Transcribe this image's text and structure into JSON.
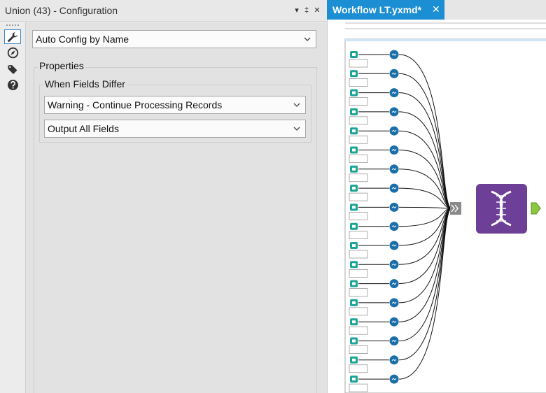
{
  "config_panel": {
    "title": "Union (43) - Configuration",
    "pin_glyph": "▾",
    "pin_glyph2": "‡",
    "close_glyph": "✕",
    "rail_icons": [
      "wrench-icon",
      "compass-icon",
      "tag-icon",
      "help-icon"
    ],
    "mode_select": {
      "value": "Auto Config by Name"
    },
    "properties_label": "Properties",
    "fields_differ_label": "When Fields Differ",
    "fields_differ_select": {
      "value": "Warning - Continue Processing Records"
    },
    "output_select": {
      "value": "Output All Fields"
    }
  },
  "workflow": {
    "tab_title": "Workflow LT.yxmd*",
    "tab_close": "✕",
    "input_tool_count": 18,
    "input_icon_color": "#1aa596",
    "select_icon_color": "#1b6fa8",
    "union_icon_color": "#6d3f96",
    "output_anchor_color": "#8dc640"
  }
}
